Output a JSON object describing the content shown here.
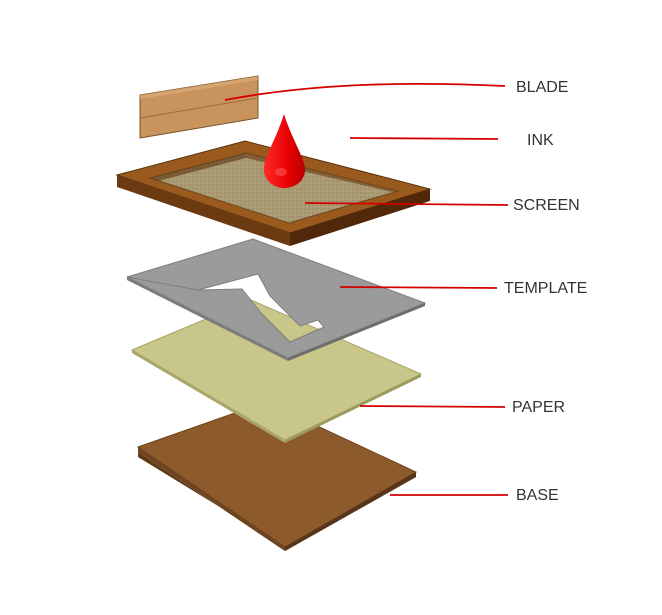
{
  "labels": {
    "blade": "BLADE",
    "ink": "INK",
    "screen": "SCREEN",
    "template": "TEMPLATE",
    "paper": "PAPER",
    "base": "BASE"
  },
  "colors": {
    "leader": "#d40000",
    "ink": "#f21010",
    "blade": "#c8935c",
    "frame": "#8a4a14",
    "mesh": "#a99a73",
    "template": "#9a9a9a",
    "paper": "#c9c68a",
    "base": "#8d5a2b"
  }
}
